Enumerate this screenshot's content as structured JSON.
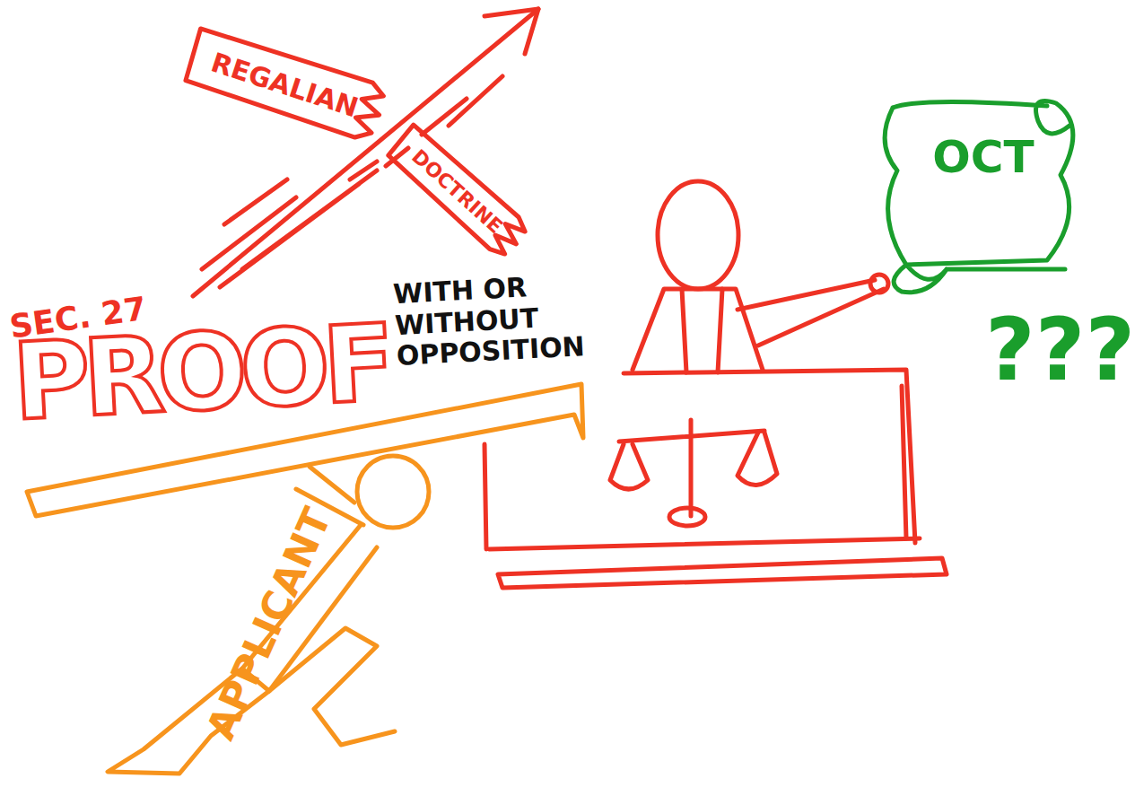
{
  "diagram": {
    "nodes": [
      {
        "text": [
          "REGALIAN"
        ]
      },
      {
        "text": [
          "DOCTRINE"
        ]
      },
      {
        "text": [
          "OCT"
        ]
      }
    ],
    "labels": [
      "SEC. 27",
      "PROOF",
      "WITH OR WITHOUT OPPOSITION",
      "???",
      "APPLICANT"
    ]
  }
}
